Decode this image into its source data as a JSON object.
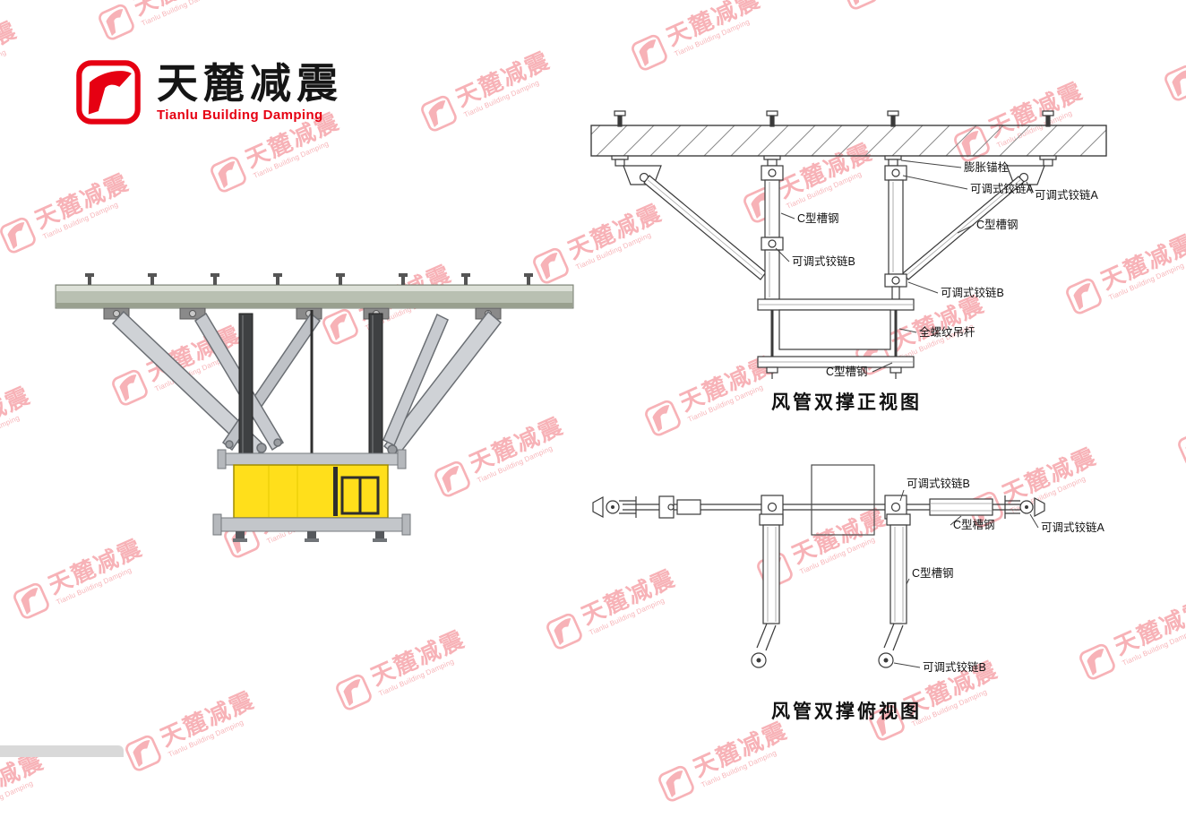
{
  "brand": {
    "name": "天麓减震",
    "subtitle": "Tianlu Building Damping",
    "accent_color": "#e60012"
  },
  "watermark": {
    "text": "天麓减震",
    "subtext": "Tianlu Building Damping"
  },
  "front_view": {
    "caption": "风管双撑正视图",
    "labels": {
      "anchor": "膨胀锚栓",
      "hinge_a_center": "可调式铰链A",
      "hinge_a_right": "可调式铰链A",
      "channel_left": "C型槽钢",
      "channel_right": "C型槽钢",
      "hinge_b_left": "可调式铰链B",
      "hinge_b_right": "可调式铰链B",
      "threaded_rod": "全螺纹吊杆",
      "channel_bottom": "C型槽钢"
    }
  },
  "top_view": {
    "caption": "风管双撑俯视图",
    "labels": {
      "hinge_b_top": "可调式铰链B",
      "channel_rod": "C型槽钢",
      "hinge_a_right": "可调式铰链A",
      "channel_vertical": "C型槽钢",
      "hinge_b_bottom": "可调式铰链B"
    }
  }
}
